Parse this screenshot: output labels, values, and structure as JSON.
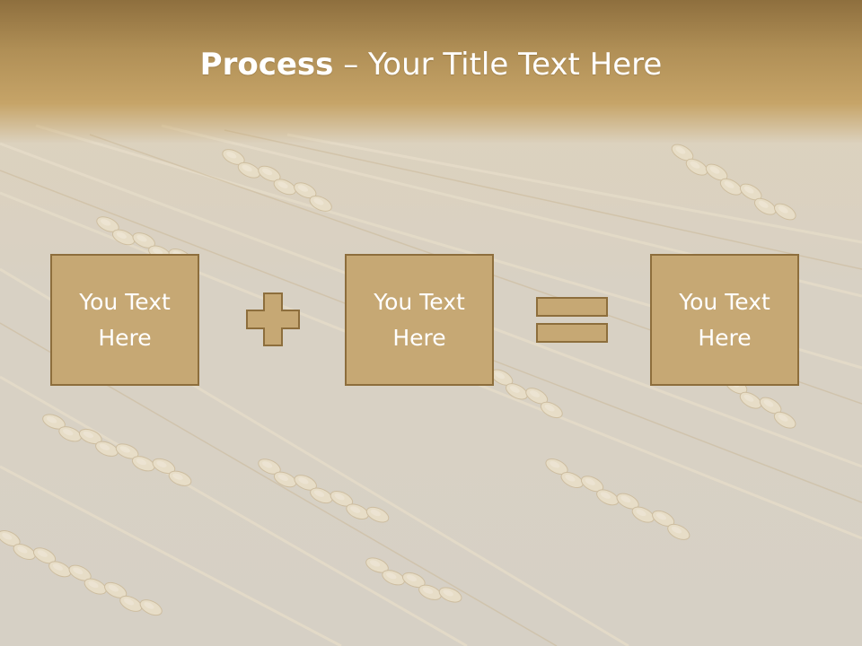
{
  "title": {
    "bold": "Process",
    "separator": " – ",
    "rest": "Your Title Text Here"
  },
  "boxes": [
    {
      "line1": "You Text",
      "line2": "Here"
    },
    {
      "line1": "You Text",
      "line2": "Here"
    },
    {
      "line1": "You Text",
      "line2": "Here"
    }
  ],
  "icons": {
    "operator_1": "plus-icon",
    "operator_2": "equals-icon"
  },
  "colors": {
    "title_band": "#b08f56",
    "box_fill": "#c6a874",
    "box_border": "#8d6e3c",
    "text": "#ffffff",
    "background": "#d8d2c6"
  }
}
